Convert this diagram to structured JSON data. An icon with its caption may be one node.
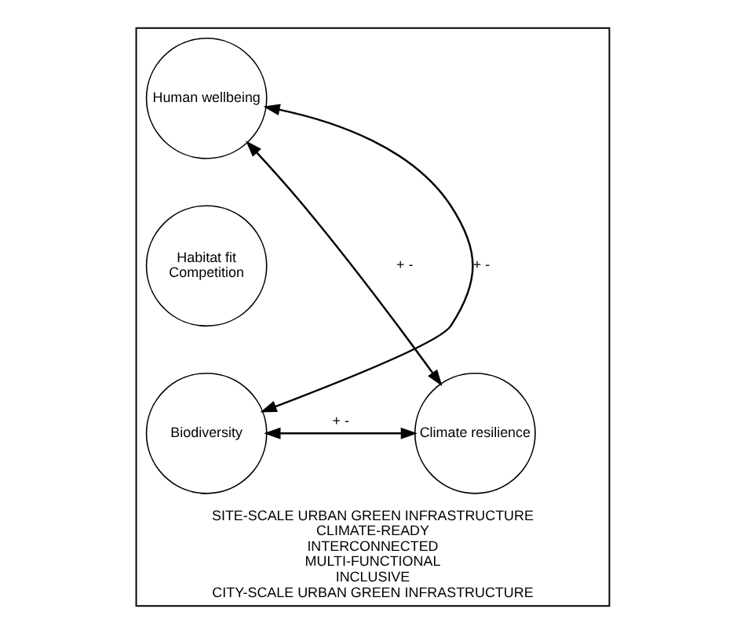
{
  "diagram": {
    "nodes": [
      {
        "text": [
          "SITE-SCALE URBAN GREEN INFRASTRUCTURE",
          "CLIMATE-READY",
          "INTERCONNECTED",
          "MULTI-FUNCTIONAL",
          "INCLUSIVE",
          "CITY-SCALE URBAN GREEN INFRASTRUCTURE"
        ]
      },
      {
        "text": [
          "Human wellbeing"
        ],
        "in": 0
      },
      {
        "text": [
          "Habitat fit",
          "Competition"
        ],
        "in": 0
      },
      {
        "text": [
          "Biodiversity"
        ],
        "in": 0
      },
      {
        "text": [
          "Climate resilience"
        ],
        "in": 0
      }
    ],
    "edges": [
      {
        "from": 3,
        "to": 1,
        "arrow": "both",
        "label": "+ -"
      },
      {
        "from": 1,
        "to": 4,
        "arrow": "both",
        "label": "+ -"
      },
      {
        "from": 3,
        "to": 4,
        "arrow": "both",
        "label": "+ -"
      }
    ]
  }
}
